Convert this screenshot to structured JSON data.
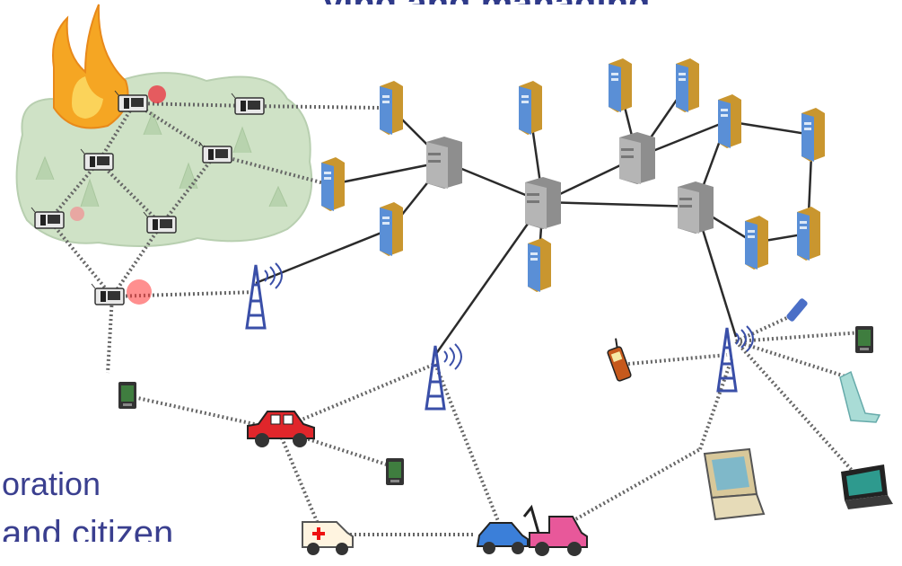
{
  "title_fragment": "…ying and managing…",
  "bullets": [
    "oration",
    "and citizen"
  ],
  "colors": {
    "text": "#3a3f8f",
    "network_link": "#2b2b2b",
    "wireless_link": "#777777",
    "server_front": "#5a8fd6",
    "server_side": "#c9962f",
    "router": "#9a9a9a",
    "tower": "#3a4fa8",
    "forest": "#cfe2c6",
    "fire": "#f5a623",
    "car_red": "#e0262b",
    "car_blue": "#3b7fd9",
    "car_pink": "#e8589a"
  },
  "icons": {
    "sensor": "sensor-node-icon",
    "server": "server-computer-icon",
    "router": "network-router-icon",
    "tower": "radio-tower-icon",
    "pda": "pda-icon",
    "phone": "mobile-phone-icon",
    "laptop": "laptop-icon",
    "car": "car-icon",
    "ambulance": "ambulance-icon",
    "tow_truck": "tow-truck-icon",
    "fire": "fire-icon",
    "forest": "forest-icon"
  }
}
